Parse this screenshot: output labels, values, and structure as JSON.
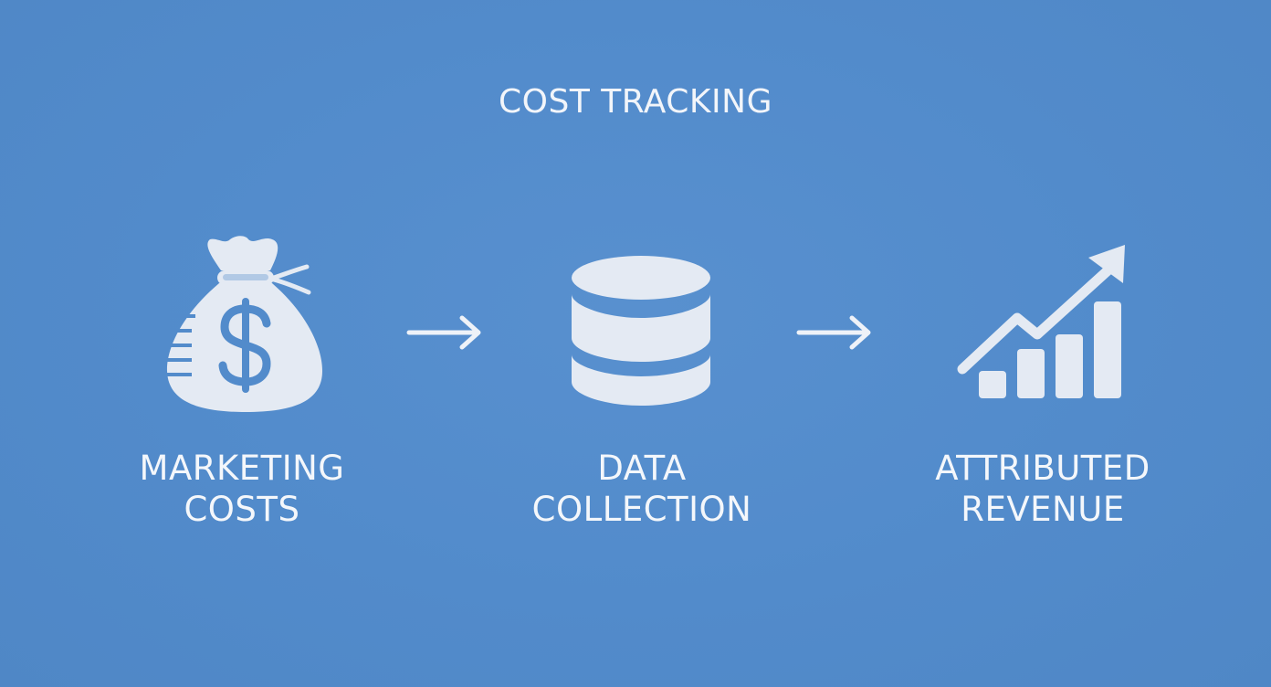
{
  "diagram": {
    "title": "COST TRACKING",
    "steps": [
      {
        "icon": "money-bag-icon",
        "line1": "MARKETING",
        "line2": "COSTS"
      },
      {
        "icon": "database-icon",
        "line1": "DATA",
        "line2": "COLLECTION"
      },
      {
        "icon": "growth-chart-icon",
        "line1": "ATTRIBUTED",
        "line2": "REVENUE"
      }
    ],
    "connectors": [
      {
        "icon": "arrow-right-icon"
      },
      {
        "icon": "arrow-right-icon"
      }
    ],
    "colors": {
      "background": "#528bcb",
      "icon_fill": "#e4eaf3",
      "text": "#f4f7fb"
    }
  }
}
